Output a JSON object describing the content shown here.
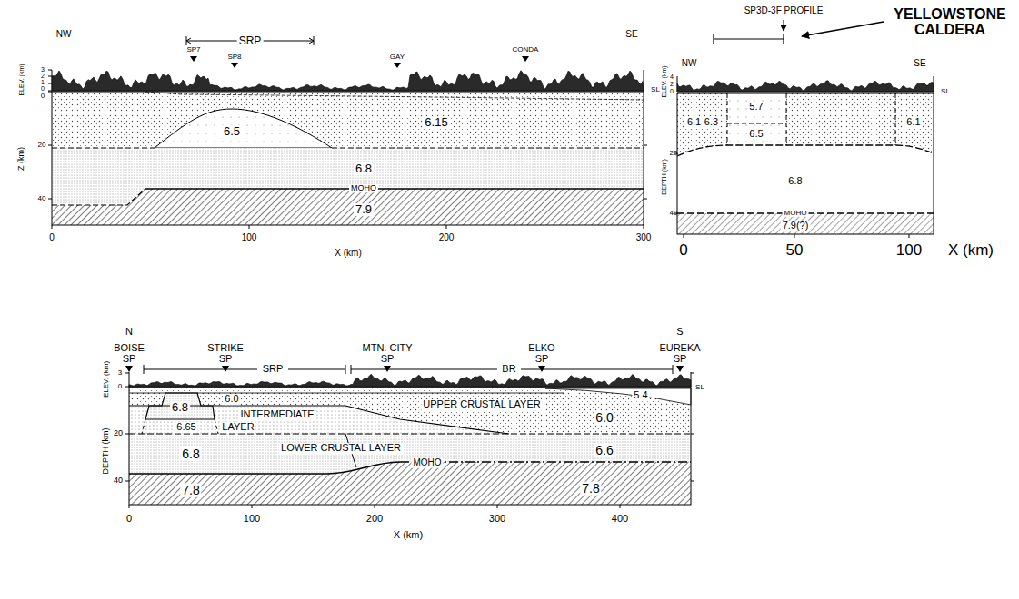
{
  "diagram": {
    "labels": [
      "NW",
      "SE",
      "SRP",
      "SP7",
      "SP8",
      "GAY",
      "CONDA",
      "ELEV. (km)",
      "3",
      "2",
      "1",
      "0",
      "SL",
      "Z (km)",
      "0",
      "20",
      "40",
      "6.5",
      "6.15",
      "6.8",
      "MOHO",
      "7.9",
      "0",
      "100",
      "200",
      "300",
      "X (km)",
      "SP3D-3F PROFILE",
      "YELLOWSTONE CALDERA",
      "NW",
      "SE",
      "ELEV. (km)",
      "4",
      "2",
      "0",
      "SL",
      "DEPTH (km)",
      "20",
      "40",
      "5.7",
      "6.1-6.3",
      "6.5",
      "6.1",
      "6.8",
      "MOHO",
      "7.9(?)",
      "0",
      "50",
      "100",
      "X (km)",
      "N",
      "S",
      "BOISE SP",
      "STRIKE SP",
      "MTN. CITY SP",
      "ELKO SP",
      "EUREKA SP",
      "SRP",
      "BR",
      "ELEV. (km)",
      "3",
      "0",
      "SL",
      "DEPTH (km)",
      "20",
      "40",
      "6.0",
      "6.8",
      "INTERMEDIATE",
      "6.65",
      "LAYER",
      "UPPER CRUSTAL LAYER",
      "6.0",
      "5.4",
      "LOWER CRUSTAL LAYER",
      "6.8",
      "6.6",
      "MOHO",
      "7.8",
      "7.8",
      "0",
      "100",
      "200",
      "300",
      "400",
      "X (km)"
    ]
  }
}
